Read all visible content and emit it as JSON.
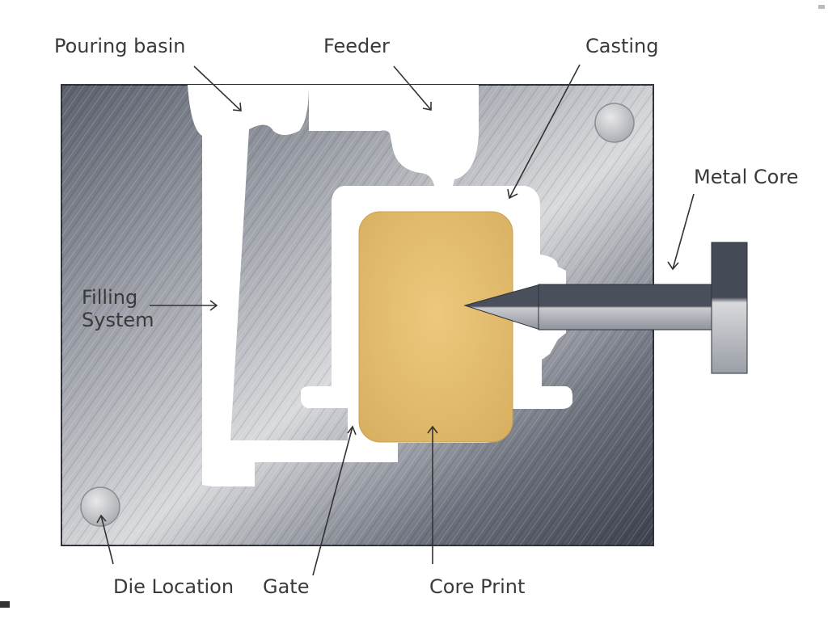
{
  "labels": {
    "pouring_basin": "Pouring basin",
    "feeder": "Feeder",
    "casting": "Casting",
    "metal_core": "Metal Core",
    "filling_system_line1": "Filling",
    "filling_system_line2": "System",
    "die_location": "Die Location",
    "gate": "Gate",
    "core_print": "Core Print"
  },
  "colors": {
    "steel_dark": "#3d4250",
    "steel_light": "#bfc1c6",
    "cavity": "#ffffff",
    "sand_core": "#e3be6f",
    "core_rod": "#454a57",
    "label_text": "#3a3a3a"
  }
}
